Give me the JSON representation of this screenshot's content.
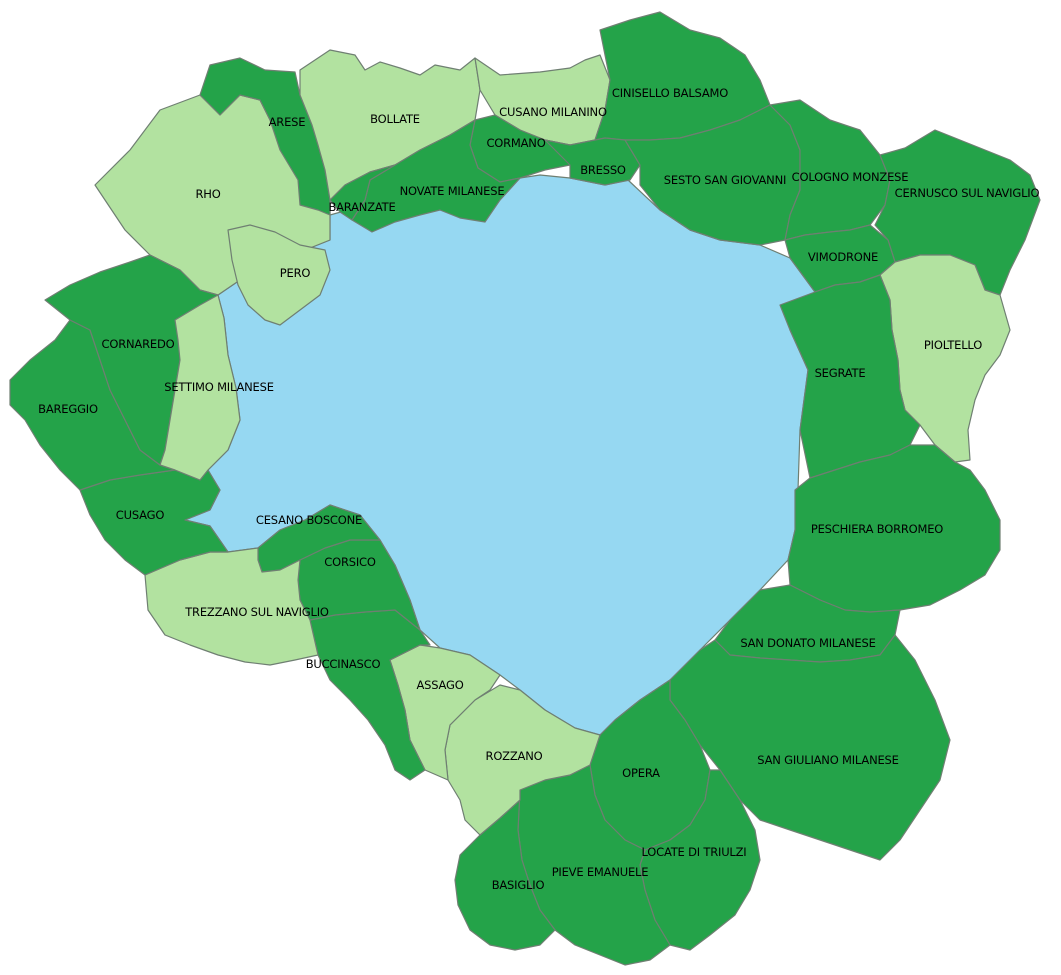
{
  "colors": {
    "dark_green": "#24a349",
    "light_green": "#b2e2a0",
    "city_blue": "#96d8f2",
    "border": "#6f7f72"
  },
  "regions": [
    {
      "id": "milano",
      "class": "city"
    },
    {
      "id": "rho",
      "class": "light"
    },
    {
      "id": "arese",
      "class": "dark"
    },
    {
      "id": "bollate",
      "class": "light"
    },
    {
      "id": "cusano-milanino",
      "class": "light"
    },
    {
      "id": "cinisello-balsamo",
      "class": "dark"
    },
    {
      "id": "cormano",
      "class": "dark"
    },
    {
      "id": "novate-milanese",
      "class": "dark"
    },
    {
      "id": "baranzate",
      "class": "dark"
    },
    {
      "id": "bresso",
      "class": "dark"
    },
    {
      "id": "sesto-san-giovanni",
      "class": "dark"
    },
    {
      "id": "cologno-monzese",
      "class": "dark"
    },
    {
      "id": "cernusco-sul-naviglio",
      "class": "dark"
    },
    {
      "id": "vimodrone",
      "class": "dark"
    },
    {
      "id": "pioltello",
      "class": "light"
    },
    {
      "id": "segrate",
      "class": "dark"
    },
    {
      "id": "peschiera-borromeo",
      "class": "dark"
    },
    {
      "id": "san-donato-milanese",
      "class": "dark"
    },
    {
      "id": "san-giuliano-milanese",
      "class": "dark"
    },
    {
      "id": "opera",
      "class": "dark"
    },
    {
      "id": "locate-di-triulzi",
      "class": "dark"
    },
    {
      "id": "pieve-emanuele",
      "class": "dark"
    },
    {
      "id": "basiglio",
      "class": "dark"
    },
    {
      "id": "rozzano",
      "class": "light"
    },
    {
      "id": "assago",
      "class": "light"
    },
    {
      "id": "buccinasco",
      "class": "dark"
    },
    {
      "id": "corsico",
      "class": "dark"
    },
    {
      "id": "cesano-boscone",
      "class": "dark"
    },
    {
      "id": "trezzano-sul-naviglio",
      "class": "light"
    },
    {
      "id": "cusago",
      "class": "dark"
    },
    {
      "id": "bareggio",
      "class": "dark"
    },
    {
      "id": "cornaredo",
      "class": "dark"
    },
    {
      "id": "settimo-milanese",
      "class": "light"
    },
    {
      "id": "pero",
      "class": "light"
    }
  ],
  "labels": [
    {
      "id": "rho",
      "text": "RHO"
    },
    {
      "id": "arese",
      "text": "ARESE"
    },
    {
      "id": "bollate",
      "text": "BOLLATE"
    },
    {
      "id": "cusano-milanino",
      "text": "CUSANO MILANINO"
    },
    {
      "id": "cinisello-balsamo",
      "text": "CINISELLO BALSAMO"
    },
    {
      "id": "cormano",
      "text": "CORMANO"
    },
    {
      "id": "novate-milanese",
      "text": "NOVATE MILANESE"
    },
    {
      "id": "baranzate",
      "text": "BARANZATE"
    },
    {
      "id": "bresso",
      "text": "BRESSO"
    },
    {
      "id": "sesto-san-giovanni",
      "text": "SESTO SAN GIOVANNI"
    },
    {
      "id": "cologno-monzese",
      "text": "COLOGNO MONZESE"
    },
    {
      "id": "cernusco-sul-naviglio",
      "text": "CERNUSCO SUL NAVIGLIO"
    },
    {
      "id": "vimodrone",
      "text": "VIMODRONE"
    },
    {
      "id": "pero",
      "text": "PERO"
    },
    {
      "id": "pioltello",
      "text": "PIOLTELLO"
    },
    {
      "id": "segrate",
      "text": "SEGRATE"
    },
    {
      "id": "cornaredo",
      "text": "CORNAREDO"
    },
    {
      "id": "settimo-milanese",
      "text": "SETTIMO MILANESE"
    },
    {
      "id": "bareggio",
      "text": "BAREGGIO"
    },
    {
      "id": "cusago",
      "text": "CUSAGO"
    },
    {
      "id": "cesano-boscone",
      "text": "CESANO BOSCONE"
    },
    {
      "id": "peschiera-borromeo",
      "text": "PESCHIERA BORROMEO"
    },
    {
      "id": "corsico",
      "text": "CORSICO"
    },
    {
      "id": "trezzano-sul-naviglio",
      "text": "TREZZANO SUL NAVIGLIO"
    },
    {
      "id": "san-donato-milanese",
      "text": "SAN DONATO MILANESE"
    },
    {
      "id": "buccinasco",
      "text": "BUCCINASCO"
    },
    {
      "id": "assago",
      "text": "ASSAGO"
    },
    {
      "id": "rozzano",
      "text": "ROZZANO"
    },
    {
      "id": "opera",
      "text": "OPERA"
    },
    {
      "id": "san-giuliano-milanese",
      "text": "SAN GIULIANO MILANESE"
    },
    {
      "id": "locate-di-triulzi",
      "text": "LOCATE DI TRIULZI"
    },
    {
      "id": "pieve-emanuele",
      "text": "PIEVE EMANUELE"
    },
    {
      "id": "basiglio",
      "text": "BASIGLIO"
    }
  ]
}
